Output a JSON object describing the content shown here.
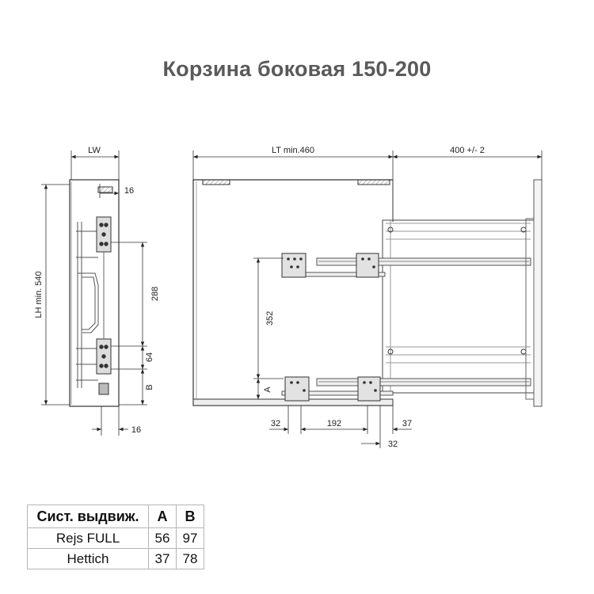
{
  "title": "Корзина боковая 150-200",
  "dimensions": {
    "lw": "LW",
    "top_16": "16",
    "lh": "LH min. 540",
    "d288": "288",
    "d64": "64",
    "b_label": "B",
    "bottom_16": "16",
    "lt": "LT min.460",
    "d400": "400 +/- 2",
    "d352": "352",
    "a_label": "A",
    "d32_left": "32",
    "d192": "192",
    "d37": "37",
    "d32_right": "32"
  },
  "table": {
    "headers": [
      "Сист. выдвиж.",
      "A",
      "B"
    ],
    "rows": [
      [
        "Rejs FULL",
        "56",
        "97"
      ],
      [
        "Hettich",
        "37",
        "78"
      ]
    ]
  }
}
